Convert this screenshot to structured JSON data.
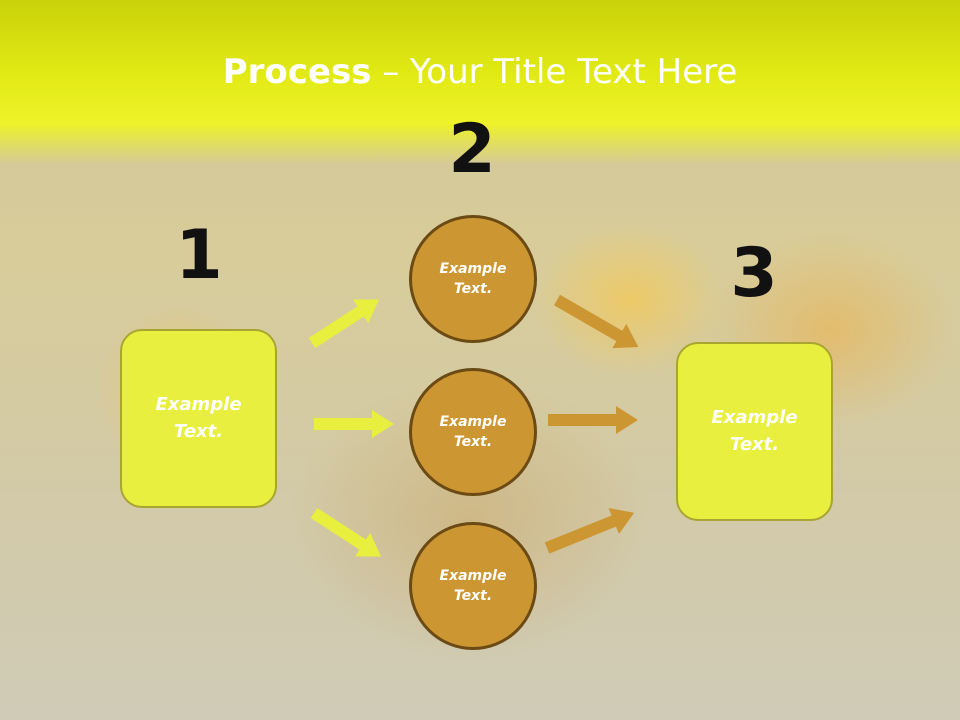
{
  "title": {
    "bold": "Process",
    "rest": " – Your Title Text Here"
  },
  "steps": {
    "one": "1",
    "two": "2",
    "three": "3"
  },
  "left_box": {
    "text": "Example Text."
  },
  "circles": [
    {
      "text": "Example Text."
    },
    {
      "text": "Example Text."
    },
    {
      "text": "Example Text."
    }
  ],
  "right_box": {
    "text": "Example Text."
  },
  "colors": {
    "header": "#e2ea14",
    "box_fill": "#e8ef3f",
    "circle_fill": "#cc9733",
    "arrow_left": "#e8ef3f",
    "arrow_right": "#cc9733"
  }
}
